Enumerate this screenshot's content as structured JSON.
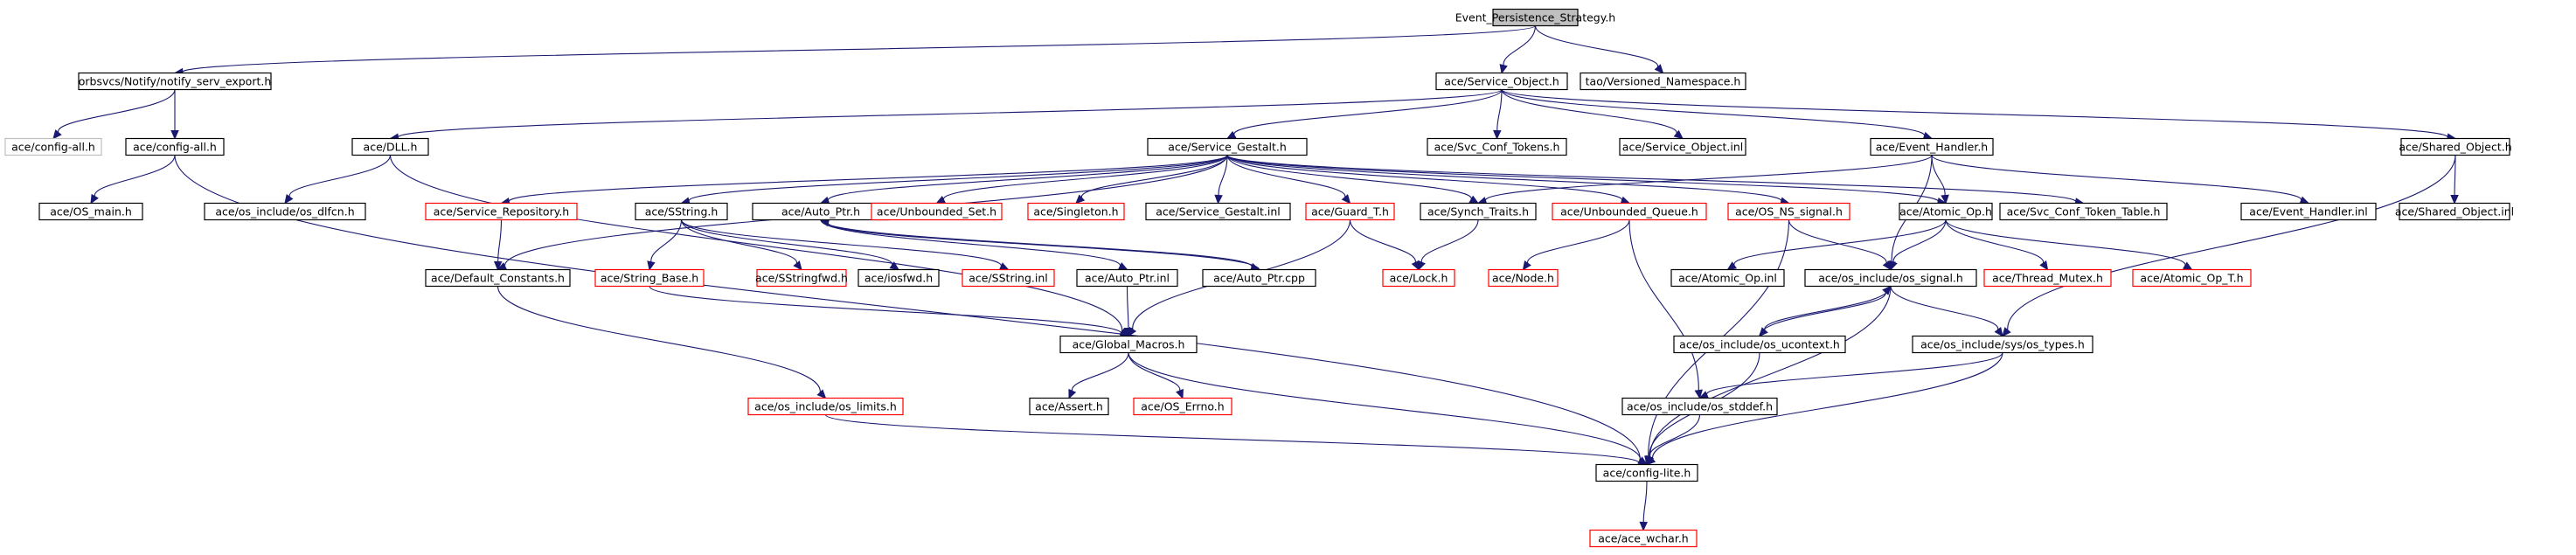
{
  "diagram": {
    "nodes": [
      {
        "id": "root",
        "label": "Event_Persistence_Strategy.h",
        "style": "root"
      },
      {
        "id": "n1",
        "label": "orbsvcs/Notify/notify_serv_export.h",
        "style": "normal"
      },
      {
        "id": "n2",
        "label": "ace/Service_Object.h",
        "style": "normal"
      },
      {
        "id": "n3",
        "label": "tao/Versioned_Namespace.h",
        "style": "normal"
      },
      {
        "id": "n4",
        "label": "ace/config-all.h",
        "style": "gray"
      },
      {
        "id": "n5",
        "label": "ace/config-all.h",
        "style": "normal"
      },
      {
        "id": "n6",
        "label": "ace/OS_main.h",
        "style": "normal"
      },
      {
        "id": "n7",
        "label": "ace/DLL.h",
        "style": "normal"
      },
      {
        "id": "n8",
        "label": "ace/Service_Gestalt.h",
        "style": "normal"
      },
      {
        "id": "n9",
        "label": "ace/Svc_Conf_Tokens.h",
        "style": "normal"
      },
      {
        "id": "n10",
        "label": "ace/Service_Object.inl",
        "style": "normal"
      },
      {
        "id": "n11",
        "label": "ace/Event_Handler.h",
        "style": "normal"
      },
      {
        "id": "n12",
        "label": "ace/Shared_Object.h",
        "style": "normal"
      },
      {
        "id": "n13",
        "label": "ace/os_include/os_dlfcn.h",
        "style": "normal"
      },
      {
        "id": "n14",
        "label": "ace/Service_Repository.h",
        "style": "red"
      },
      {
        "id": "n15",
        "label": "ace/SString.h",
        "style": "normal"
      },
      {
        "id": "n16",
        "label": "ace/Auto_Ptr.h",
        "style": "normal"
      },
      {
        "id": "n17",
        "label": "ace/Unbounded_Set.h",
        "style": "red"
      },
      {
        "id": "n18",
        "label": "ace/Singleton.h",
        "style": "red"
      },
      {
        "id": "n19",
        "label": "ace/Service_Gestalt.inl",
        "style": "normal"
      },
      {
        "id": "n20",
        "label": "ace/Guard_T.h",
        "style": "red"
      },
      {
        "id": "n21",
        "label": "ace/Synch_Traits.h",
        "style": "normal"
      },
      {
        "id": "n22",
        "label": "ace/Unbounded_Queue.h",
        "style": "red"
      },
      {
        "id": "n23",
        "label": "ace/OS_NS_signal.h",
        "style": "red"
      },
      {
        "id": "n24",
        "label": "ace/Atomic_Op.h",
        "style": "normal"
      },
      {
        "id": "n25",
        "label": "ace/Svc_Conf_Token_Table.h",
        "style": "normal"
      },
      {
        "id": "n26",
        "label": "ace/Event_Handler.inl",
        "style": "normal"
      },
      {
        "id": "n27",
        "label": "ace/Shared_Object.inl",
        "style": "normal"
      },
      {
        "id": "n28",
        "label": "ace/Default_Constants.h",
        "style": "normal"
      },
      {
        "id": "n29",
        "label": "ace/String_Base.h",
        "style": "red"
      },
      {
        "id": "n30",
        "label": "ace/SStringfwd.h",
        "style": "red"
      },
      {
        "id": "n31",
        "label": "ace/iosfwd.h",
        "style": "normal"
      },
      {
        "id": "n32",
        "label": "ace/SString.inl",
        "style": "red"
      },
      {
        "id": "n33",
        "label": "ace/Auto_Ptr.inl",
        "style": "normal"
      },
      {
        "id": "n34",
        "label": "ace/Auto_Ptr.cpp",
        "style": "normal"
      },
      {
        "id": "n35",
        "label": "ace/Lock.h",
        "style": "red"
      },
      {
        "id": "n36",
        "label": "ace/Node.h",
        "style": "red"
      },
      {
        "id": "n37",
        "label": "ace/Atomic_Op.inl",
        "style": "normal"
      },
      {
        "id": "n38",
        "label": "ace/os_include/os_signal.h",
        "style": "normal"
      },
      {
        "id": "n39",
        "label": "ace/Thread_Mutex.h",
        "style": "red"
      },
      {
        "id": "n40",
        "label": "ace/Atomic_Op_T.h",
        "style": "red"
      },
      {
        "id": "n41",
        "label": "ace/Global_Macros.h",
        "style": "normal"
      },
      {
        "id": "n42",
        "label": "ace/os_include/os_ucontext.h",
        "style": "normal"
      },
      {
        "id": "n43",
        "label": "ace/os_include/sys/os_types.h",
        "style": "normal"
      },
      {
        "id": "n44",
        "label": "ace/os_include/os_limits.h",
        "style": "red"
      },
      {
        "id": "n45",
        "label": "ace/Assert.h",
        "style": "normal"
      },
      {
        "id": "n46",
        "label": "ace/OS_Errno.h",
        "style": "red"
      },
      {
        "id": "n47",
        "label": "ace/os_include/os_stddef.h",
        "style": "normal"
      },
      {
        "id": "n48",
        "label": "ace/config-lite.h",
        "style": "normal"
      },
      {
        "id": "n49",
        "label": "ace/ace_wchar.h",
        "style": "red"
      }
    ],
    "edges": [
      [
        "root",
        "n1"
      ],
      [
        "root",
        "n2"
      ],
      [
        "root",
        "n3"
      ],
      [
        "n1",
        "n4"
      ],
      [
        "n1",
        "n5"
      ],
      [
        "n5",
        "n6"
      ],
      [
        "n5",
        "n48"
      ],
      [
        "n2",
        "n7"
      ],
      [
        "n2",
        "n8"
      ],
      [
        "n2",
        "n9"
      ],
      [
        "n2",
        "n10"
      ],
      [
        "n2",
        "n11"
      ],
      [
        "n2",
        "n12"
      ],
      [
        "n7",
        "n13"
      ],
      [
        "n7",
        "n41"
      ],
      [
        "n8",
        "n14"
      ],
      [
        "n8",
        "n15"
      ],
      [
        "n8",
        "n16"
      ],
      [
        "n8",
        "n17"
      ],
      [
        "n8",
        "n18"
      ],
      [
        "n8",
        "n19"
      ],
      [
        "n8",
        "n20"
      ],
      [
        "n8",
        "n21"
      ],
      [
        "n8",
        "n22"
      ],
      [
        "n8",
        "n23"
      ],
      [
        "n8",
        "n24"
      ],
      [
        "n8",
        "n25"
      ],
      [
        "n8",
        "n28"
      ],
      [
        "n11",
        "n21"
      ],
      [
        "n11",
        "n24"
      ],
      [
        "n11",
        "n26"
      ],
      [
        "n11",
        "n38"
      ],
      [
        "n12",
        "n27"
      ],
      [
        "n12",
        "n43"
      ],
      [
        "n14",
        "n28"
      ],
      [
        "n28",
        "n44"
      ],
      [
        "n15",
        "n29"
      ],
      [
        "n15",
        "n30"
      ],
      [
        "n15",
        "n31"
      ],
      [
        "n15",
        "n32"
      ],
      [
        "n16",
        "n33"
      ],
      [
        "n16",
        "n34"
      ],
      [
        "n33",
        "n41"
      ],
      [
        "n34",
        "n16"
      ],
      [
        "n29",
        "n41"
      ],
      [
        "n20",
        "n35"
      ],
      [
        "n20",
        "n41"
      ],
      [
        "n21",
        "n35"
      ],
      [
        "n22",
        "n36"
      ],
      [
        "n22",
        "n47"
      ],
      [
        "n23",
        "n38"
      ],
      [
        "n23",
        "n48"
      ],
      [
        "n24",
        "n37"
      ],
      [
        "n24",
        "n38"
      ],
      [
        "n24",
        "n39"
      ],
      [
        "n24",
        "n40"
      ],
      [
        "n38",
        "n42"
      ],
      [
        "n38",
        "n43"
      ],
      [
        "n38",
        "n48"
      ],
      [
        "n42",
        "n38"
      ],
      [
        "n42",
        "n48"
      ],
      [
        "n43",
        "n47"
      ],
      [
        "n43",
        "n48"
      ],
      [
        "n41",
        "n45"
      ],
      [
        "n41",
        "n46"
      ],
      [
        "n41",
        "n48"
      ],
      [
        "n44",
        "n48"
      ],
      [
        "n47",
        "n48"
      ],
      [
        "n48",
        "n49"
      ]
    ]
  }
}
